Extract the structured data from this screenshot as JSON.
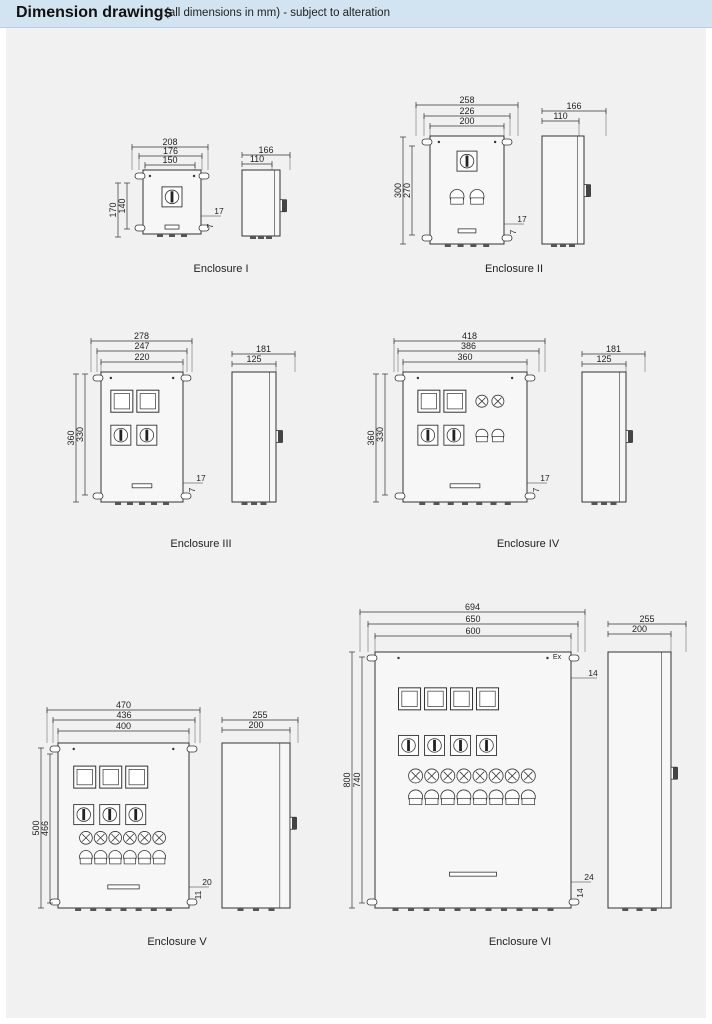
{
  "header": {
    "title": "Dimension drawings",
    "subtitle": "(all dimensions in mm) - subject to alteration",
    "background": "#d2e3f1"
  },
  "panel_background": "#f1f1f2",
  "line_color": "#333333",
  "enclosures": [
    {
      "caption": "Enclosure I",
      "widths": [
        "208",
        "176",
        "150"
      ],
      "heights": [
        "170",
        "140"
      ],
      "side_widths": [
        "166",
        "110"
      ],
      "foot": [
        "17",
        "7"
      ],
      "front_panel": {
        "windows": 0,
        "switch_rows": 1,
        "switches_per_row": 1,
        "lamp_rows": 0,
        "lamps_per_row": 0
      }
    },
    {
      "caption": "Enclosure II",
      "widths": [
        "258",
        "226",
        "200"
      ],
      "heights": [
        "300",
        "270"
      ],
      "side_widths": [
        "166",
        "110"
      ],
      "foot": [
        "17",
        "7"
      ],
      "front_panel": {
        "windows": 0,
        "switch_rows": 1,
        "switches_per_row": 1,
        "lamp_rows": 1,
        "lamps_per_row": 2
      }
    },
    {
      "caption": "Enclosure III",
      "widths": [
        "278",
        "247",
        "220"
      ],
      "heights": [
        "360",
        "330"
      ],
      "side_widths": [
        "181",
        "125"
      ],
      "foot": [
        "17",
        "7"
      ],
      "front_panel": {
        "windows": 2,
        "switch_rows": 1,
        "switches_per_row": 2,
        "lamp_rows": 0,
        "lamps_per_row": 0
      }
    },
    {
      "caption": "Enclosure IV",
      "widths": [
        "418",
        "386",
        "360"
      ],
      "heights": [
        "360",
        "330"
      ],
      "side_widths": [
        "181",
        "125"
      ],
      "foot": [
        "17",
        "7"
      ],
      "front_panel": {
        "windows": 2,
        "switch_rows": 1,
        "switches_per_row": 2,
        "lamp_rows": 2,
        "lamps_per_row": 2
      }
    },
    {
      "caption": "Enclosure V",
      "widths": [
        "470",
        "436",
        "400"
      ],
      "heights": [
        "500",
        "466"
      ],
      "side_widths": [
        "255",
        "200"
      ],
      "foot": [
        "20",
        "11"
      ],
      "front_panel": {
        "windows": 3,
        "switch_rows": 1,
        "switches_per_row": 3,
        "lamp_rows": 2,
        "lamps_per_row": 6
      }
    },
    {
      "caption": "Enclosure VI",
      "widths": [
        "694",
        "650",
        "600"
      ],
      "heights": [
        "800",
        "740"
      ],
      "side_widths": [
        "255",
        "200"
      ],
      "foot": [
        "24",
        "14"
      ],
      "foot_top": "14",
      "ex_mark": "Ex",
      "front_panel": {
        "windows": 4,
        "switch_rows": 1,
        "switches_per_row": 4,
        "lamp_rows": 2,
        "lamps_per_row": 8
      }
    }
  ]
}
